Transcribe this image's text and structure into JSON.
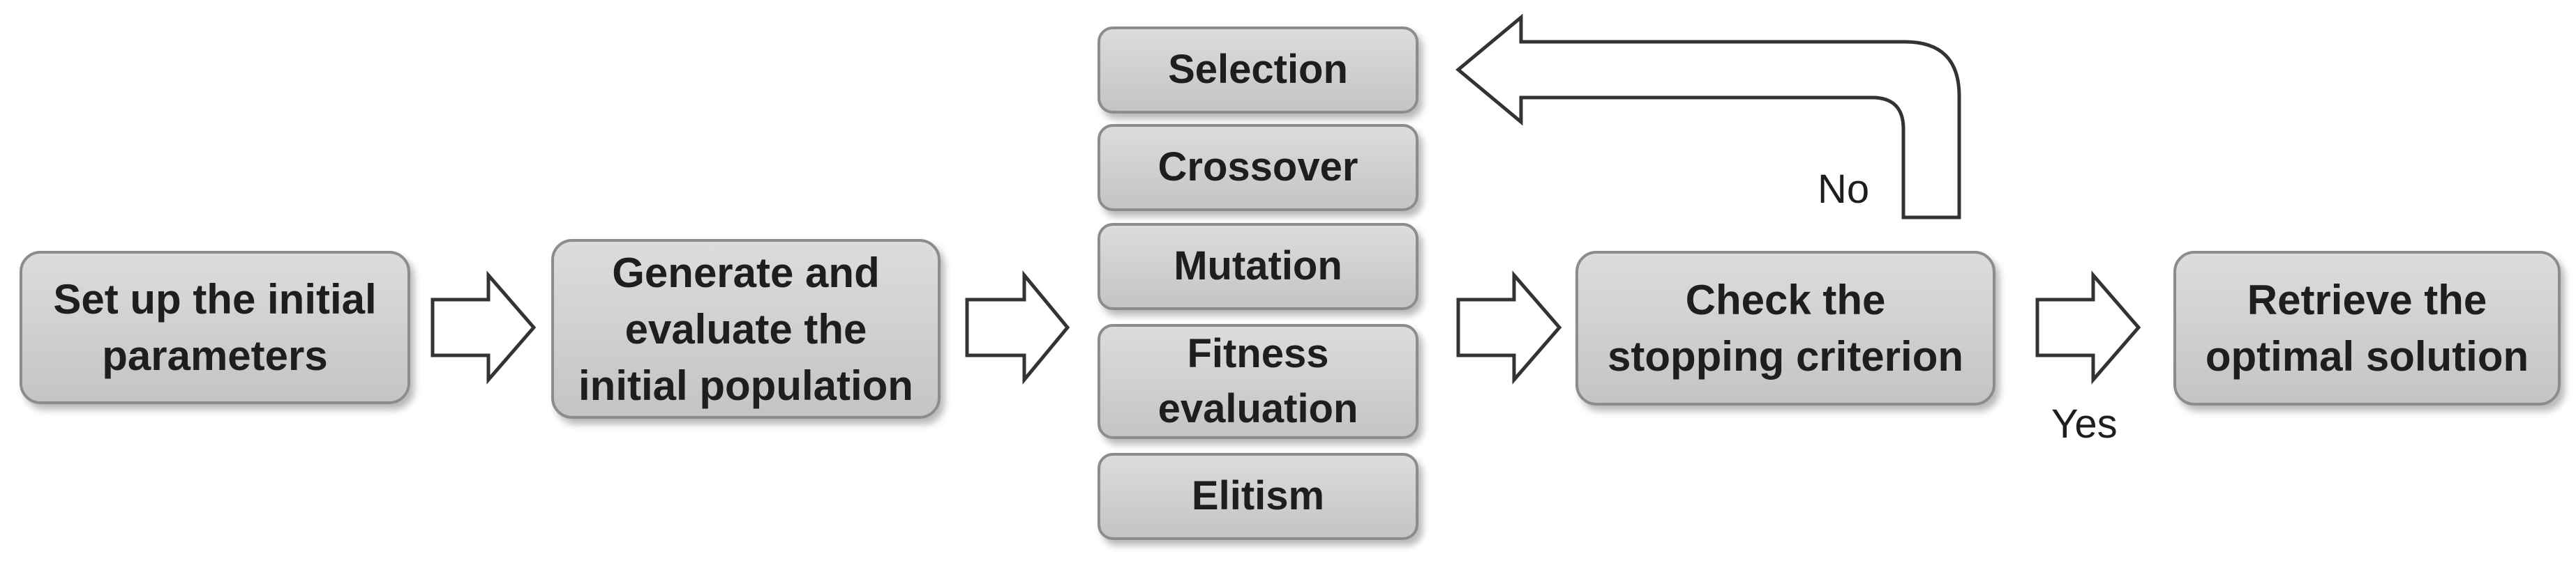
{
  "steps": {
    "setup": "Set up the initial\nparameters",
    "generate": "Generate and\nevaluate the\ninitial population",
    "check": "Check the\nstopping criterion",
    "retrieve": "Retrieve the\noptimal solution"
  },
  "operators": {
    "selection": "Selection",
    "crossover": "Crossover",
    "mutation": "Mutation",
    "fitness": "Fitness\nevaluation",
    "elitism": "Elitism"
  },
  "labels": {
    "no": "No",
    "yes": "Yes"
  }
}
